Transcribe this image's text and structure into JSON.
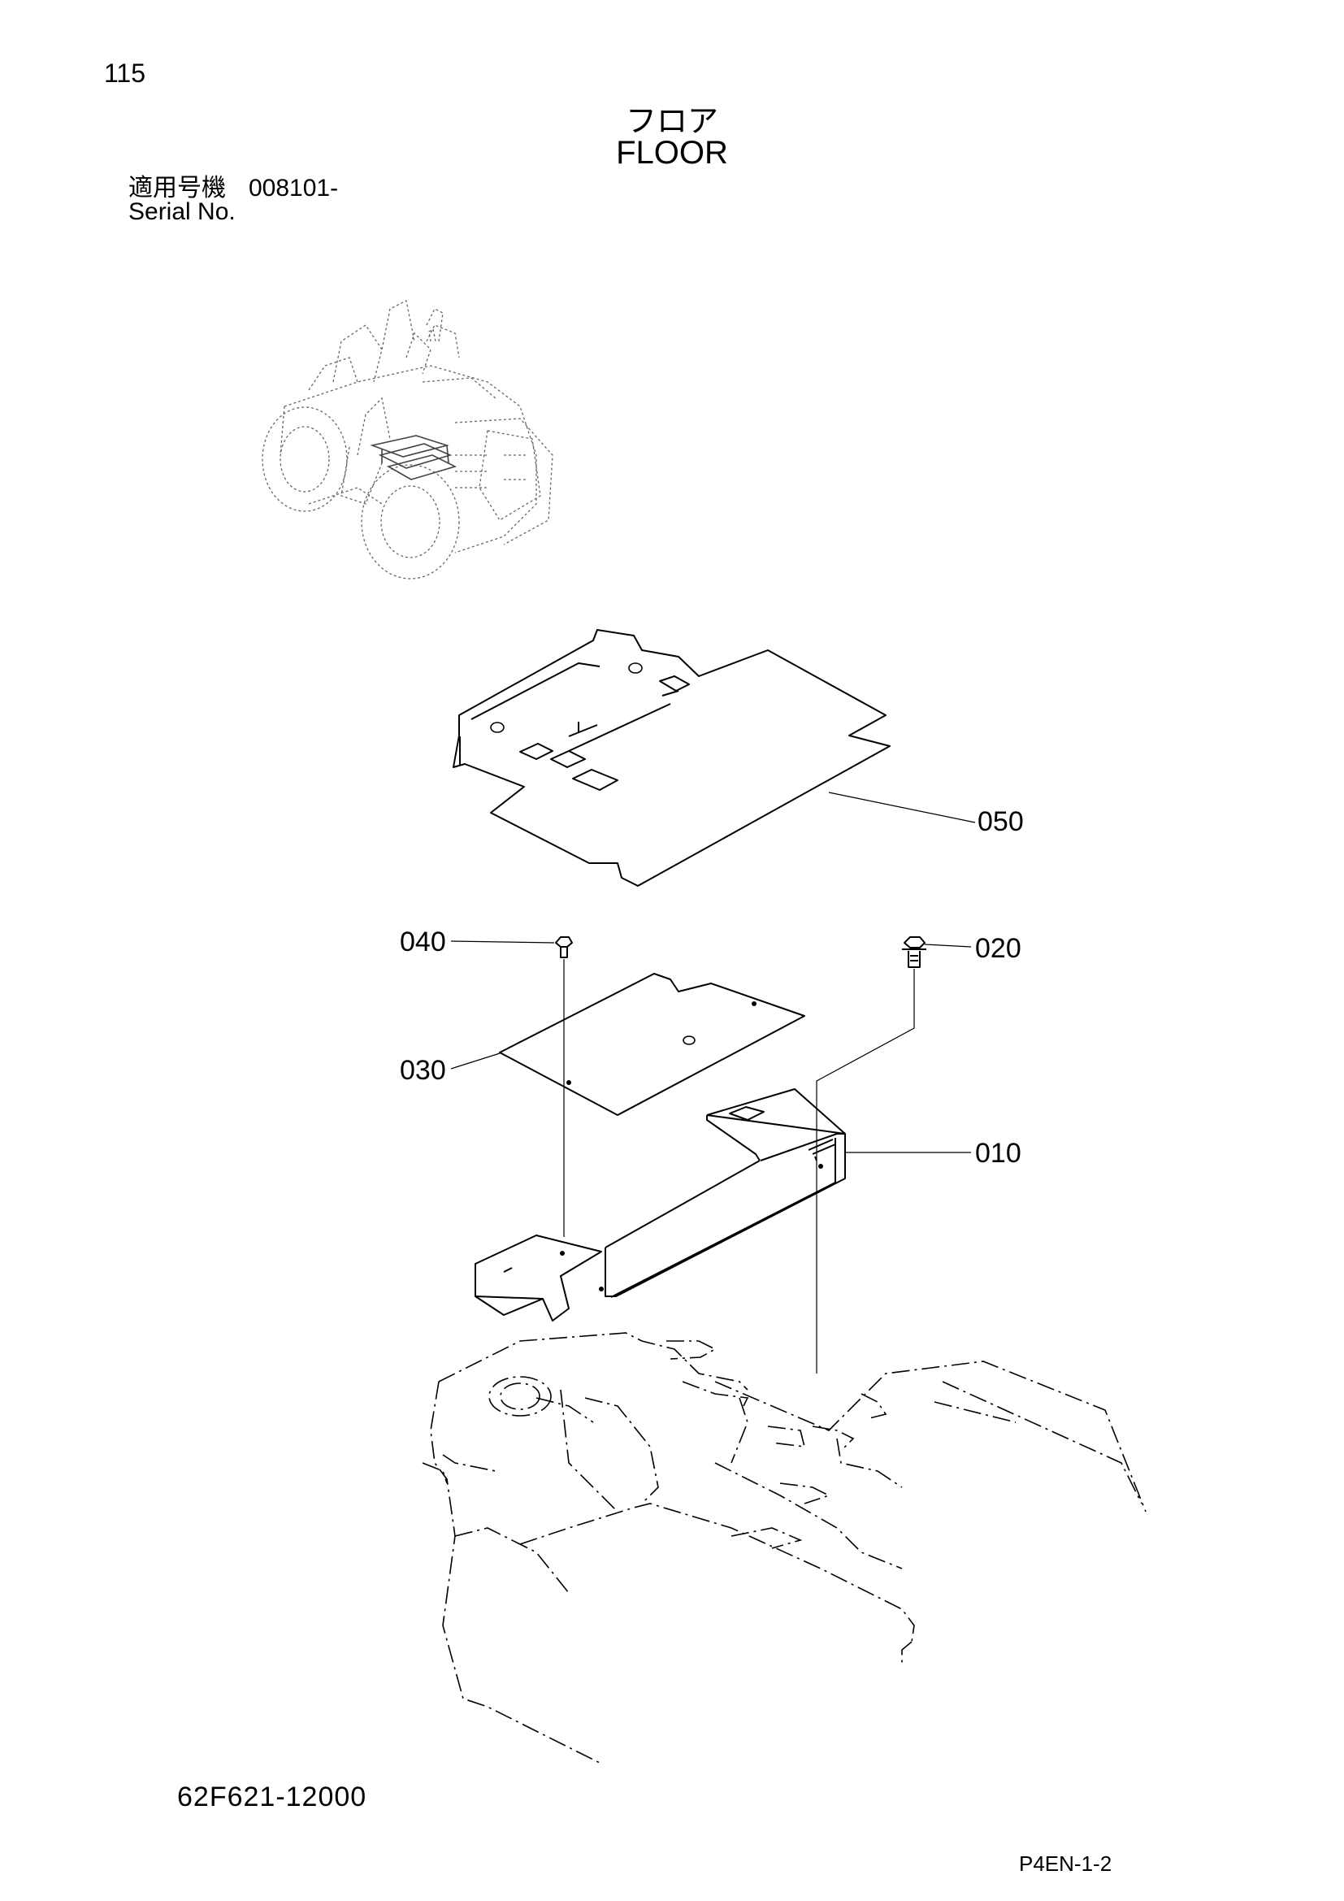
{
  "page": {
    "number": "115",
    "title_jp": "フロア",
    "title_en": "FLOOR",
    "serial_label_jp": "適用号機",
    "serial_value": "008101-",
    "serial_label_en": "Serial No.",
    "part_code": "62F621-12000",
    "page_ref": "P4EN-1-2"
  },
  "callouts": [
    {
      "id": "050",
      "label": "050"
    },
    {
      "id": "040",
      "label": "040"
    },
    {
      "id": "020",
      "label": "020"
    },
    {
      "id": "030",
      "label": "030"
    },
    {
      "id": "010",
      "label": "010"
    }
  ]
}
